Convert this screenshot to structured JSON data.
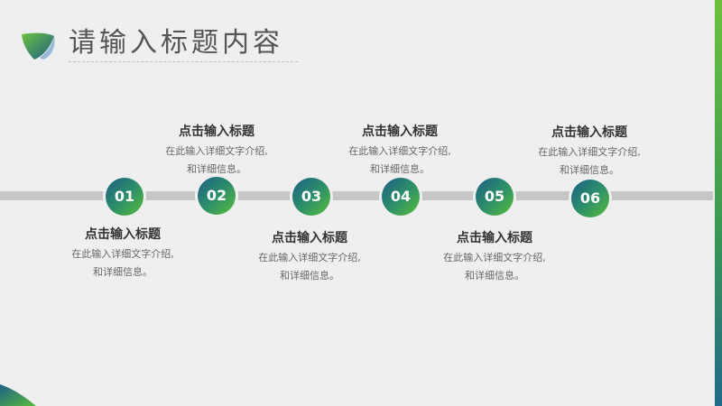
{
  "slide": {
    "title": "请输入标题内容"
  },
  "colors": {
    "gradient_start": "#1d5f86",
    "gradient_end": "#58bd3a",
    "title_text": "#555555",
    "timeline": "#c6c6c6"
  },
  "steps": [
    {
      "number": "01",
      "title": "点击输入标题",
      "desc_line1": "在此输入详细文字介绍,",
      "desc_line2": "和详细信息。"
    },
    {
      "number": "02",
      "title": "点击输入标题",
      "desc_line1": "在此输入详细文字介绍,",
      "desc_line2": "和详细信息。"
    },
    {
      "number": "03",
      "title": "点击输入标题",
      "desc_line1": "在此输入详细文字介绍,",
      "desc_line2": "和详细信息。"
    },
    {
      "number": "04",
      "title": "点击输入标题",
      "desc_line1": "在此输入详细文字介绍,",
      "desc_line2": "和详细信息。"
    },
    {
      "number": "05",
      "title": "点击输入标题",
      "desc_line1": "在此输入详细文字介绍,",
      "desc_line2": "和详细信息。"
    },
    {
      "number": "06",
      "title": "点击输入标题",
      "desc_line1": "在此输入详细文字介绍,",
      "desc_line2": "和详细信息。"
    }
  ]
}
